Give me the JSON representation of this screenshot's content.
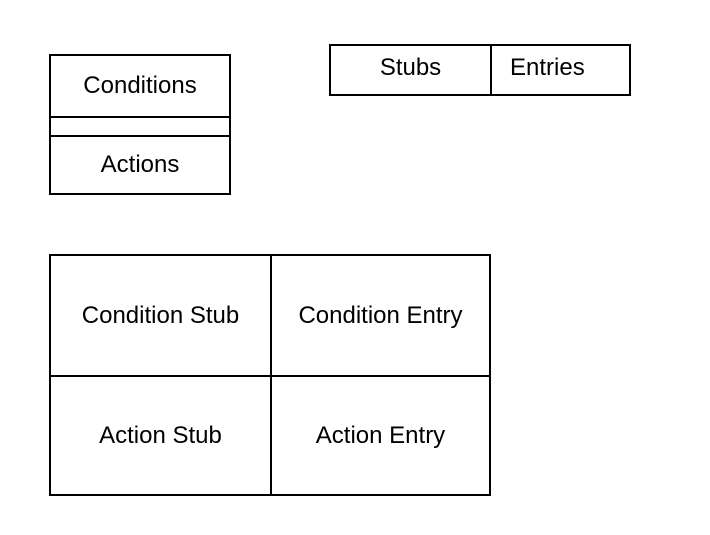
{
  "stacked_table": {
    "conditions_label": "Conditions",
    "actions_label": "Actions"
  },
  "header_row": {
    "stubs_label": "Stubs",
    "entries_label": "Entries"
  },
  "quadrant_table": {
    "condition_stub_label": "Condition Stub",
    "condition_entry_label": "Condition Entry",
    "action_stub_label": "Action Stub",
    "action_entry_label": "Action Entry"
  }
}
